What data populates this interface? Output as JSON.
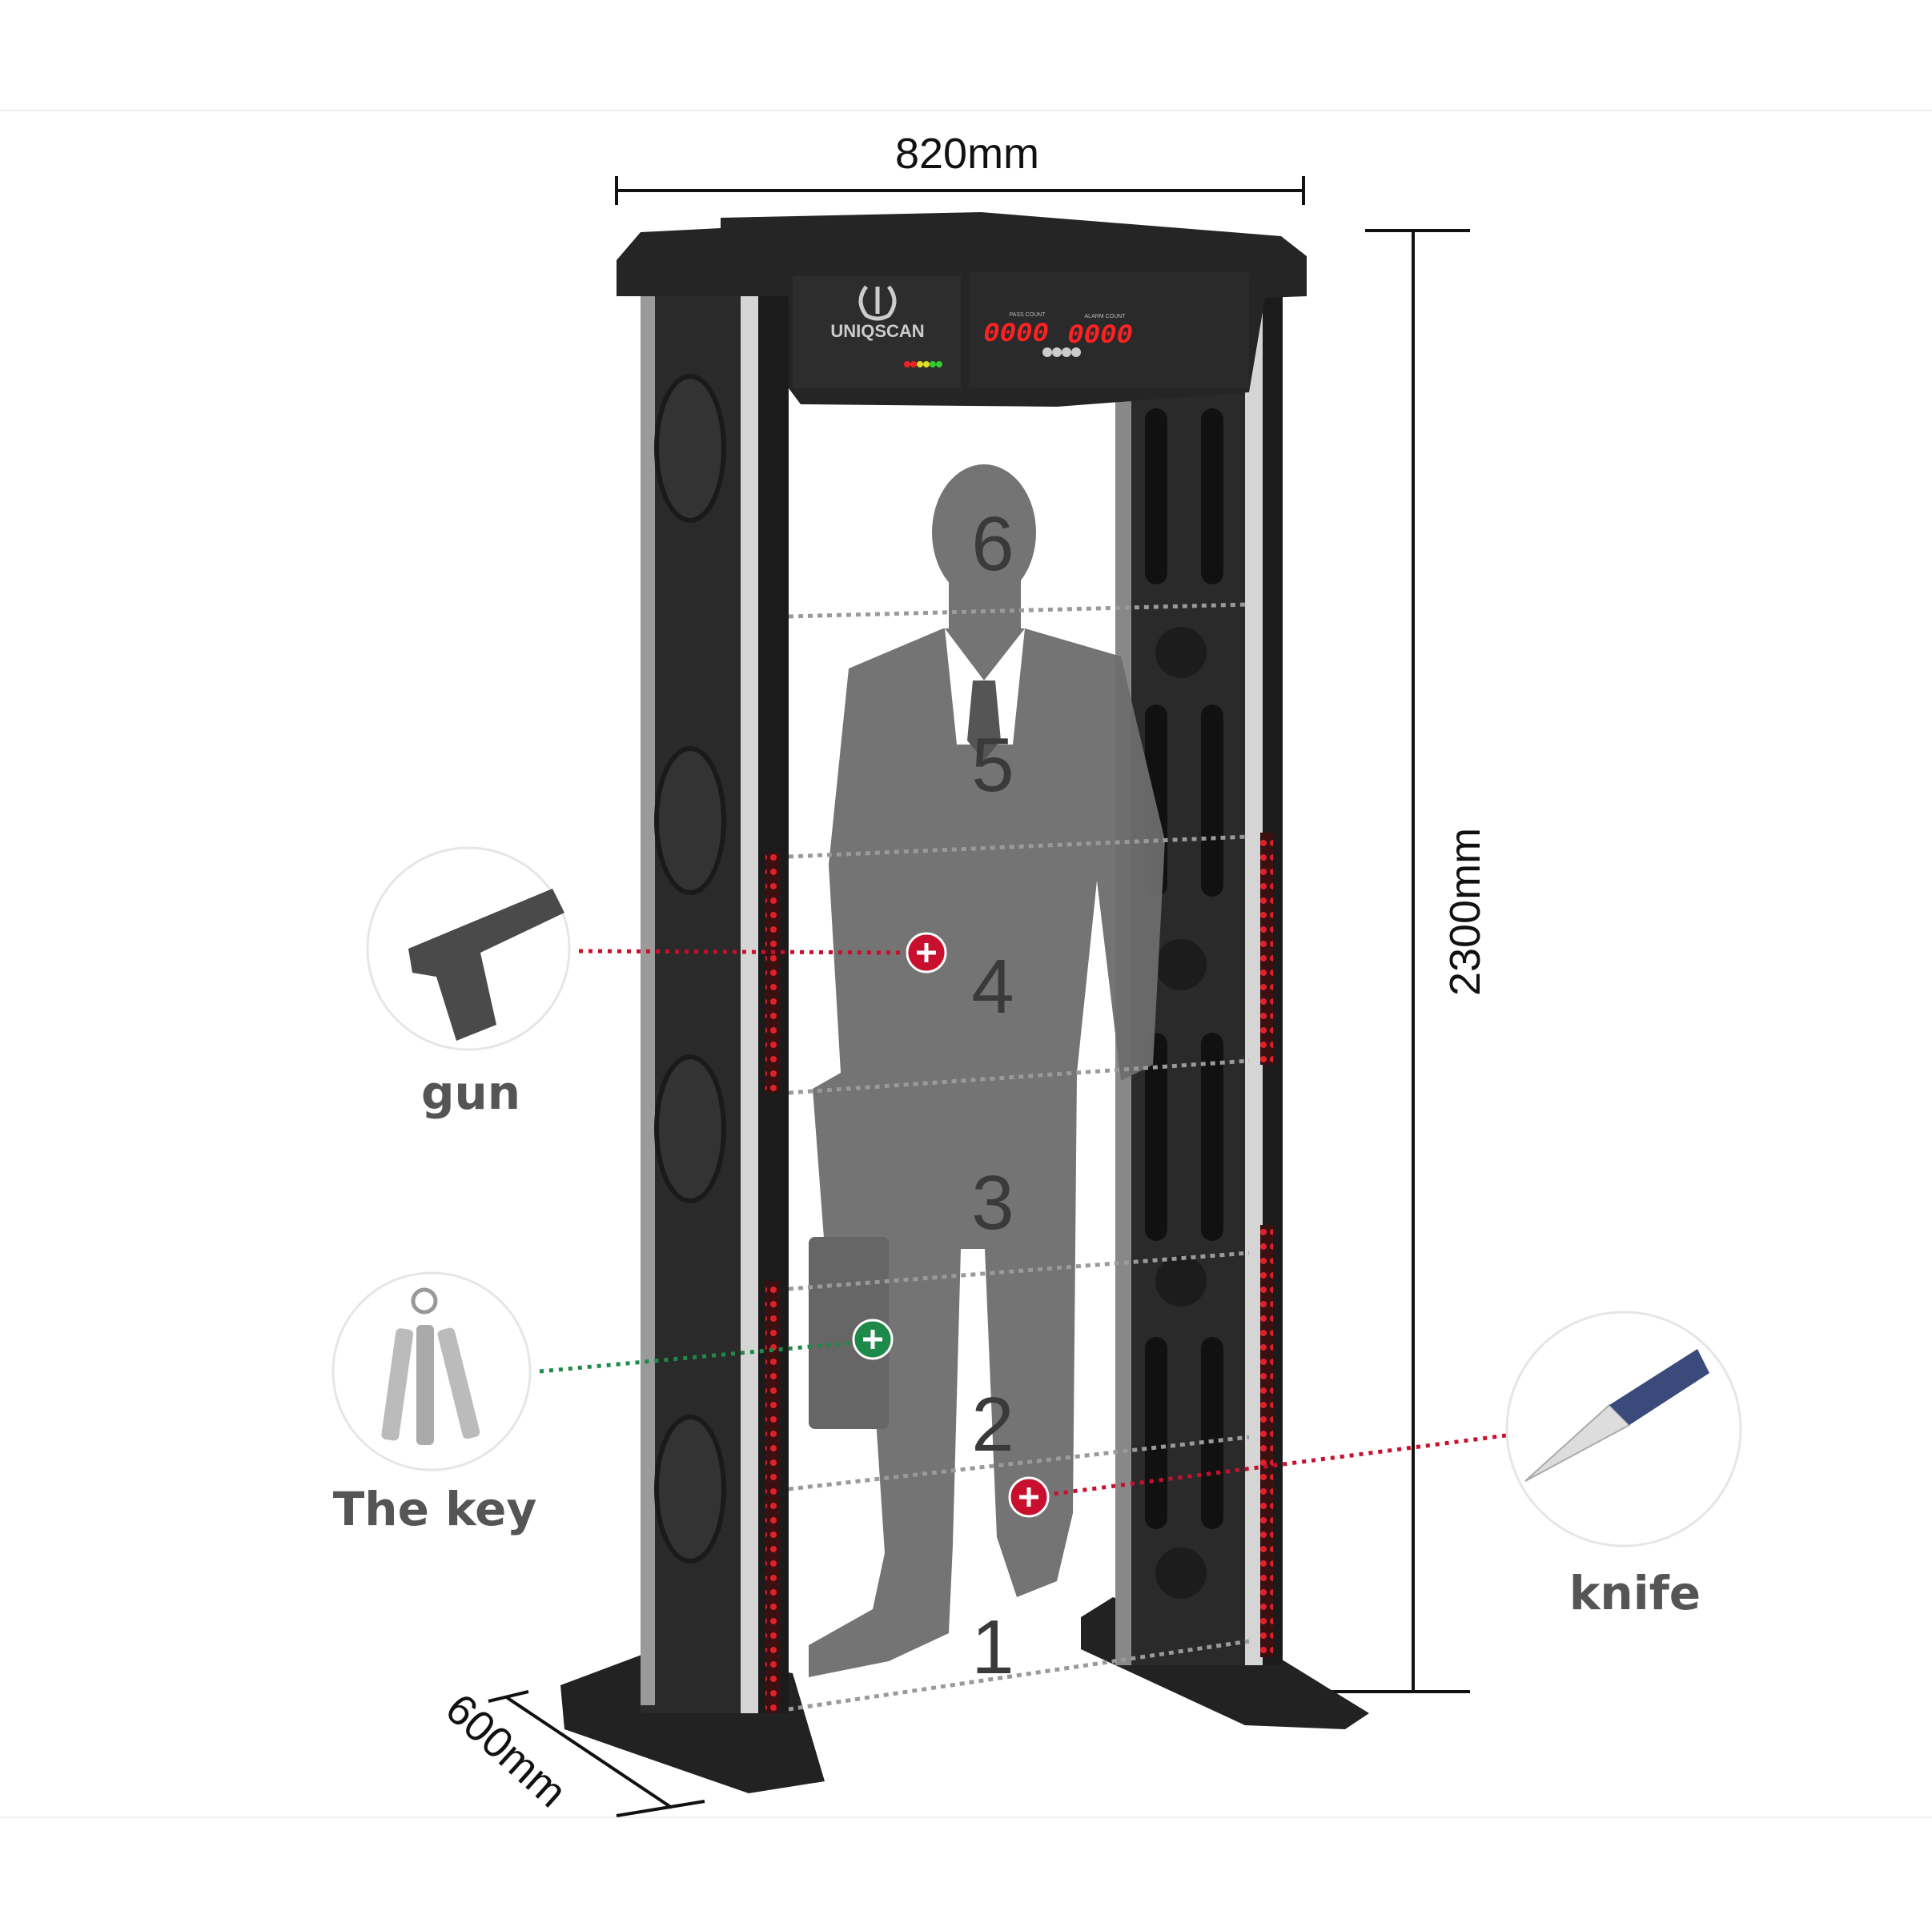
{
  "dimensions": {
    "width": "820mm",
    "height": "2300mm",
    "depth": "600mm"
  },
  "device": {
    "brand": "UNIQSCAN",
    "display_left_label": "PASS COUNT",
    "display_right_label": "ALARM COUNT",
    "display_left_value": "0000",
    "display_right_value": "0000"
  },
  "zones": [
    "1",
    "2",
    "3",
    "4",
    "5",
    "6"
  ],
  "items": [
    {
      "label": "gun",
      "marker": "red"
    },
    {
      "label": "The key",
      "marker": "green"
    },
    {
      "label": "knife",
      "marker": "red"
    }
  ],
  "colors": {
    "alarm": "#c8102e",
    "safe": "#1e8a4a",
    "frame": "#2b2b2b",
    "silhouette": "#6d6d6d",
    "led": "#e0202a"
  }
}
